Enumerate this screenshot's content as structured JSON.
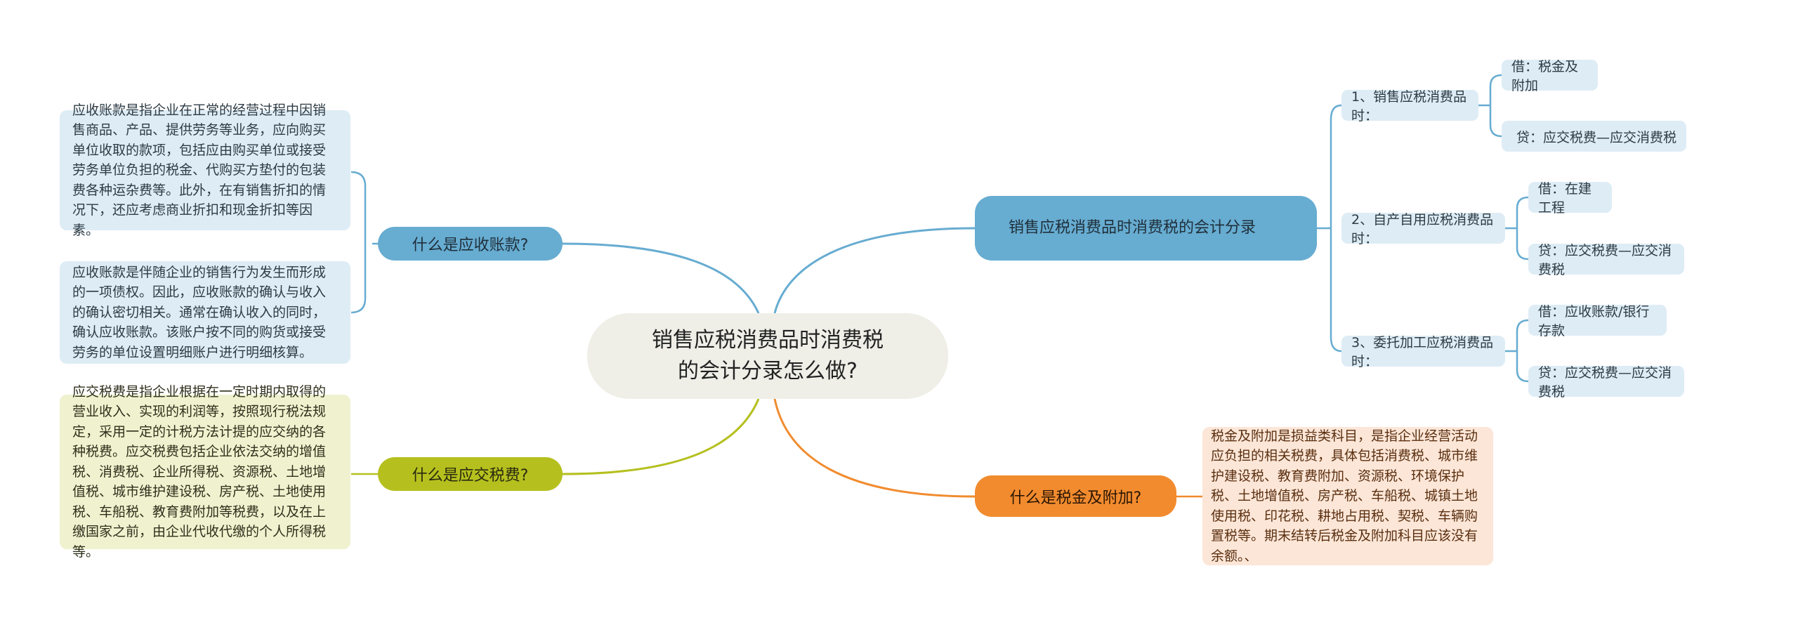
{
  "center": "销售应税消费品时消费税的会计分录怎么做?",
  "left": [
    {
      "label": "什么是应收账款?",
      "details": [
        "应收账款是指企业在正常的经营过程中因销售商品、产品、提供劳务等业务，应向购买单位收取的款项，包括应由购买单位或接受劳务单位负担的税金、代购买方垫付的包装费各种运杂费等。此外，在有销售折扣的情况下，还应考虑商业折扣和现金折扣等因素。",
        "应收账款是伴随企业的销售行为发生而形成的一项债权。因此，应收账款的确认与收入的确认密切相关。通常在确认收入的同时，确认应收账款。该账户按不同的购货或接受劳务的单位设置明细账户进行明细核算。"
      ]
    },
    {
      "label": "什么是应交税费?",
      "details": [
        "应交税费是指企业根据在一定时期内取得的营业收入、实现的利润等，按照现行税法规定，采用一定的计税方法计提的应交纳的各种税费。应交税费包括企业依法交纳的增值税、消费税、企业所得税、资源税、土地增值税、城市维护建设税、房产税、土地使用税、车船税、教育费附加等税费，以及在上缴国家之前，由企业代收代缴的个人所得税等。"
      ]
    }
  ],
  "right": [
    {
      "label": "销售应税消费品时消费税的会计分录",
      "children": [
        {
          "label": "1、销售应税消费品时：",
          "children": [
            "借：税金及附加",
            "贷：应交税费—应交消费税"
          ]
        },
        {
          "label": "2、自产自用应税消费品时：",
          "children": [
            "借：在建工程",
            "贷：应交税费—应交消费税"
          ]
        },
        {
          "label": "3、委托加工应税消费品时：",
          "children": [
            "借：应收账款/银行存款",
            "贷：应交税费—应交消费税"
          ]
        }
      ]
    },
    {
      "label": "什么是税金及附加?",
      "details": [
        "税金及附加是损益类科目，是指企业经营活动应负担的相关税费，具体包括消费税、城市维护建设税、教育费附加、资源税、环境保护税、土地增值税、房产税、车船税、城镇土地使用税、印花税、耕地占用税、契税、车辆购置税等。期末结转后税金及附加科目应该没有余额。、"
      ]
    }
  ],
  "colors": {
    "blue": "#67acd1",
    "green": "#b5c01e",
    "orange": "#f18b2e",
    "center_bg": "#efefe8"
  }
}
